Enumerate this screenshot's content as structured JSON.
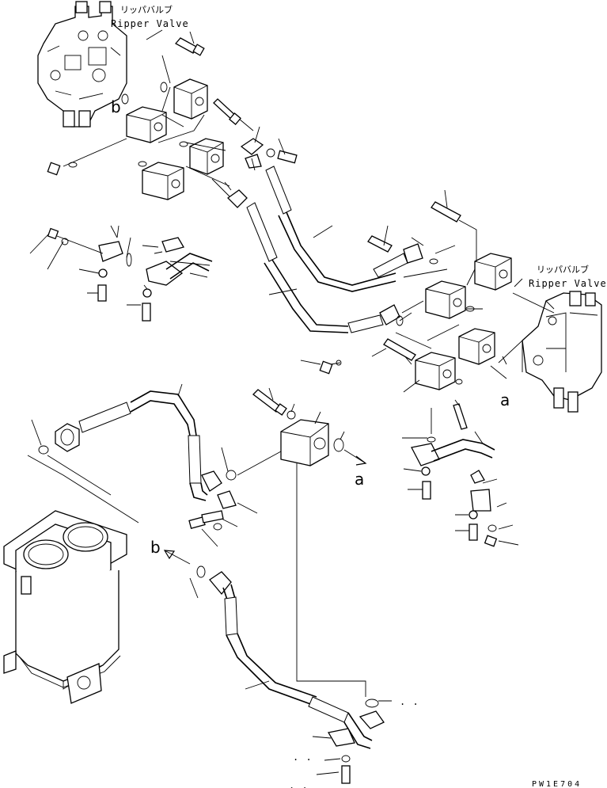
{
  "labels": {
    "valve_top_jp": "リッパバルブ",
    "valve_top_en": "Ripper Valve",
    "valve_right_jp": "リッパバルブ",
    "valve_right_en": "Ripper Valve",
    "ref_a": "a",
    "ref_b": "b",
    "drawing_code": "PW1E704"
  }
}
